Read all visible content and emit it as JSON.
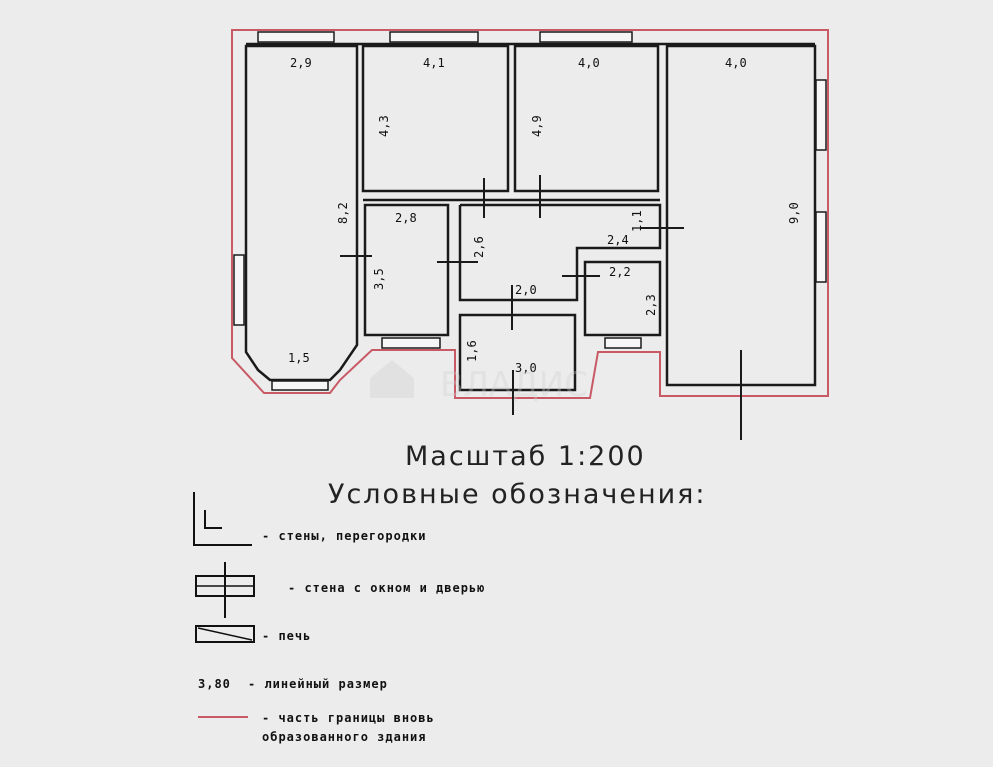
{
  "plan": {
    "dimensions": {
      "room1_width": "2,9",
      "room2_width": "4,1",
      "room3_width": "4,0",
      "room4_width": "4,0",
      "room2_length": "4,3",
      "room3_length": "4,9",
      "room1_length": "8,2",
      "room4_length": "9,0",
      "room5_width": "2,8",
      "room5_length": "3,5",
      "hall_a": "2,6",
      "hall_b": "2,4",
      "hall_c": "1,1",
      "bath_width": "2,2",
      "bath_length": "2,3",
      "hall_width": "2,0",
      "room7_length": "1,6",
      "room7_width": "3,0",
      "bay_width": "1,5"
    },
    "watermark": "ВЛАДИС",
    "boundary_color": "#c85a66"
  },
  "scale_label": "Масштаб 1:200",
  "legend": {
    "title": "Условные обозначения:",
    "items": [
      {
        "icon": "walls-partitions-symbol",
        "label": "- стены, перегородки"
      },
      {
        "icon": "wall-window-door-symbol",
        "label": "- стена с окном и дверью"
      },
      {
        "icon": "stove-symbol",
        "label": "- печь"
      },
      {
        "sample": "3,80",
        "label": "- линейный размер"
      },
      {
        "icon": "red-boundary-line",
        "label": "- часть границы вновь",
        "label2": "образованного здания"
      }
    ]
  }
}
